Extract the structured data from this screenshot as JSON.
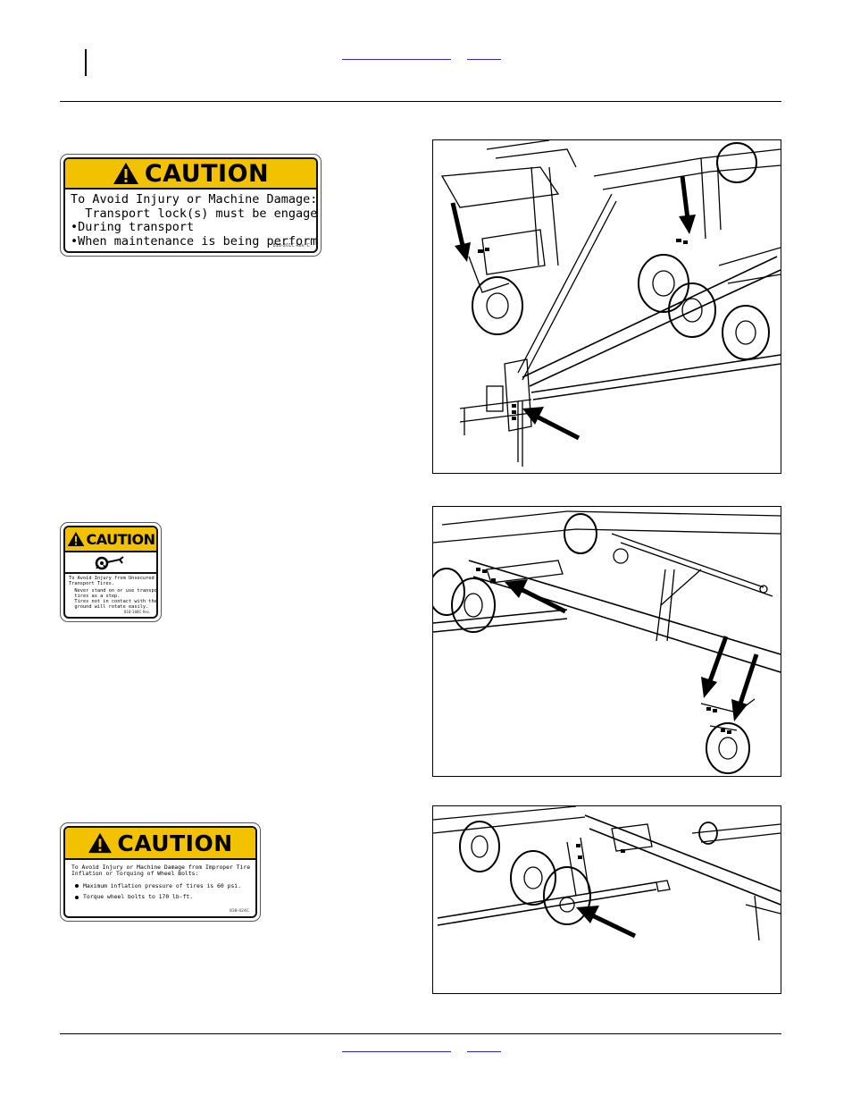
{
  "decals": [
    {
      "word": "CAUTION",
      "lines": [
        "To Avoid Injury or Machine Damage:",
        "  Transport lock(s) must be engaged",
        "•During transport",
        "•When maintenance is being performed"
      ],
      "code": "818-201C Rev. C"
    },
    {
      "word": "CAUTION",
      "pictogram": "tire-hitch-pictogram",
      "lines": [
        "To Avoid Injury from Unsecured",
        "Transport Tires.",
        "  Never stand on or use transport",
        "  tires as a step.",
        "  Tires not in contact with the",
        "  ground will rotate easily."
      ],
      "code": "818-188C Rev."
    },
    {
      "word": "CAUTION",
      "lines": [
        "To Avoid Injury or Machine Damage from Improper Tire",
        "Inflation or Torquing of Wheel Bolts:"
      ],
      "bullets": [
        "Maximum inflation pressure of tires is 60 psi.",
        "Torque wheel bolts to 170 lb-ft."
      ],
      "code": "838-424C"
    }
  ],
  "colors": {
    "caution_yellow": "#f2c200",
    "link_blue": "#2a2ad6"
  }
}
